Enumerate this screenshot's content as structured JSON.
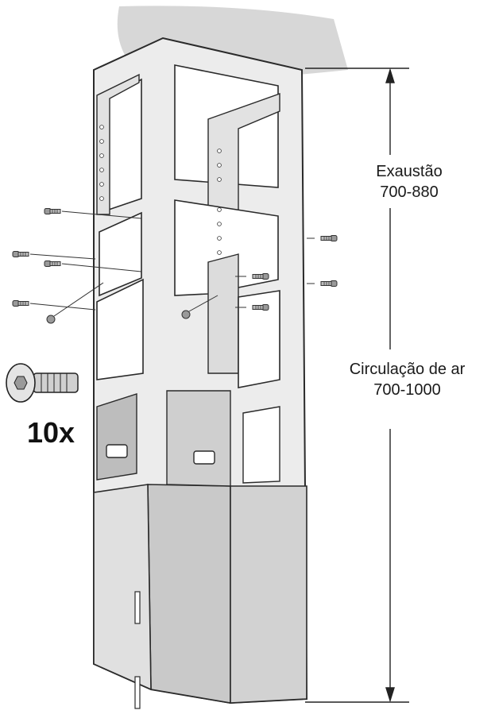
{
  "dimensions": {
    "exhaust": {
      "label": "Exaustão",
      "range": "700-880"
    },
    "airflow": {
      "label": "Circulação de ar",
      "range": "700-1000"
    }
  },
  "hardware": {
    "quantity": "10x",
    "item_icon": "torx-screw-icon"
  },
  "colors": {
    "ceiling": "#d7d7d7",
    "frame": "#e8e8e8",
    "panel": "#c9c9c9",
    "outline": "#2a2a2a"
  }
}
